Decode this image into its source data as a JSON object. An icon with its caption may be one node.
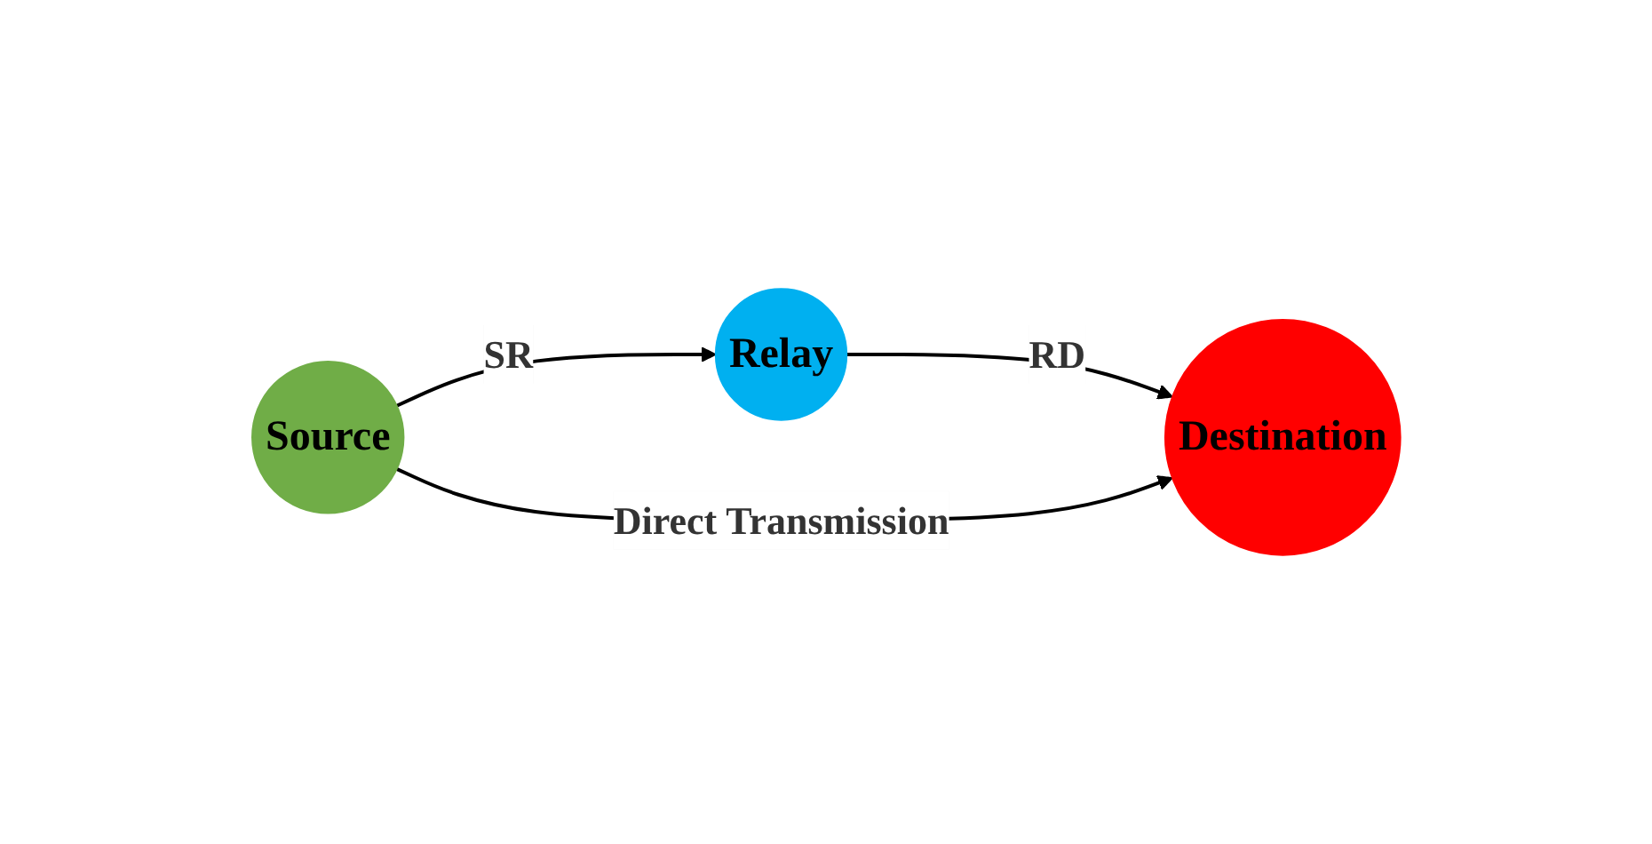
{
  "diagram": {
    "nodes": [
      {
        "text": [
          "Relay"
        ]
      },
      {
        "text": [
          "Source"
        ]
      },
      {
        "text": [
          "Destination"
        ]
      }
    ],
    "edges": [
      {
        "from": 1,
        "to": 0,
        "arrow": "to",
        "label": "SR"
      },
      {
        "from": 0,
        "to": 2,
        "arrow": "to",
        "label": "RD"
      },
      {
        "from": 1,
        "to": 2,
        "arrow": "to",
        "label": "Direct Transmission"
      }
    ]
  }
}
